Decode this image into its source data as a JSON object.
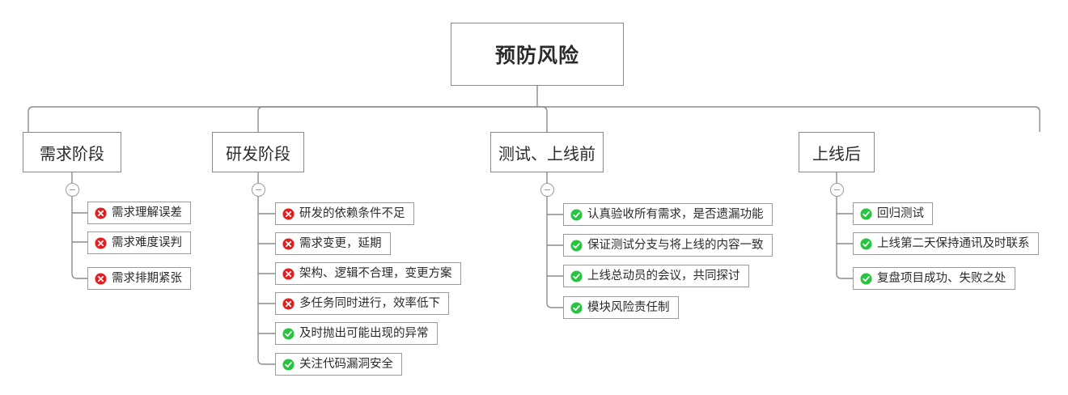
{
  "diagram": {
    "type": "mindmap-tree",
    "title": "预防风险",
    "colors": {
      "risk": "#e02020",
      "ok": "#27c53f",
      "box_border": "#8a8a8a",
      "leaf_border": "#9b9b9b",
      "connector": "#8c8c8c",
      "toggle_border": "#9a9aa5",
      "text": "#2b2b2b",
      "background": "#ffffff"
    },
    "icons": {
      "risk": "error-circle-icon",
      "ok": "check-circle-icon",
      "toggle": "collapse-minus-icon"
    },
    "root": {
      "label": "预防风险"
    },
    "branches": [
      {
        "id": "requirements",
        "label": "需求阶段",
        "toggle": "collapsed-minus",
        "leaves": [
          {
            "label": "需求理解误差",
            "status": "risk"
          },
          {
            "label": "需求难度误判",
            "status": "risk"
          },
          {
            "label": "需求排期紧张",
            "status": "risk"
          }
        ]
      },
      {
        "id": "development",
        "label": "研发阶段",
        "toggle": "collapsed-minus",
        "leaves": [
          {
            "label": "研发的依赖条件不足",
            "status": "risk"
          },
          {
            "label": "需求变更，延期",
            "status": "risk"
          },
          {
            "label": "架构、逻辑不合理，变更方案",
            "status": "risk"
          },
          {
            "label": "多任务同时进行，效率低下",
            "status": "risk"
          },
          {
            "label": "及时抛出可能出现的异常",
            "status": "ok"
          },
          {
            "label": "关注代码漏洞安全",
            "status": "ok"
          }
        ]
      },
      {
        "id": "testing-prelaunch",
        "label": "测试、上线前",
        "toggle": "collapsed-minus",
        "leaves": [
          {
            "label": "认真验收所有需求，是否遗漏功能",
            "status": "ok"
          },
          {
            "label": "保证测试分支与将上线的内容一致",
            "status": "ok"
          },
          {
            "label": "上线总动员的会议，共同探讨",
            "status": "ok"
          },
          {
            "label": "模块风险责任制",
            "status": "ok"
          }
        ]
      },
      {
        "id": "post-launch",
        "label": "上线后",
        "toggle": "collapsed-minus",
        "leaves": [
          {
            "label": "回归测试",
            "status": "ok"
          },
          {
            "label": "上线第二天保持通讯及时联系",
            "status": "ok"
          },
          {
            "label": "复盘项目成功、失败之处",
            "status": "ok"
          }
        ]
      }
    ]
  }
}
